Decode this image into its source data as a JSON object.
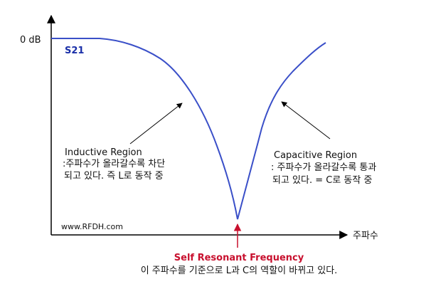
{
  "diagram": {
    "y_axis_label": "0 dB",
    "x_axis_label": "주파수",
    "curve_label": "S21",
    "inductive": {
      "line1": "Inductive Region",
      "line2": ":주파수가 올라갈수록 차단",
      "line3": "되고 있다. 즉 L로 동작 중"
    },
    "capacitive": {
      "line1": "Capacitive Region",
      "line2": ": 주파수가 올라갈수록 통과",
      "line3": "되고 있다. = C로 동작 중"
    },
    "watermark": "www.RFDH.com",
    "srf_title": "Self Resonant Frequency",
    "srf_caption": "이 주파수를 기준으로 L과 C의 역할이 바뀌고 있다."
  },
  "colors": {
    "curve": "#3a4fc8",
    "axis": "#000000",
    "srf": "#c8102e",
    "s21": "#1a2fa8"
  }
}
